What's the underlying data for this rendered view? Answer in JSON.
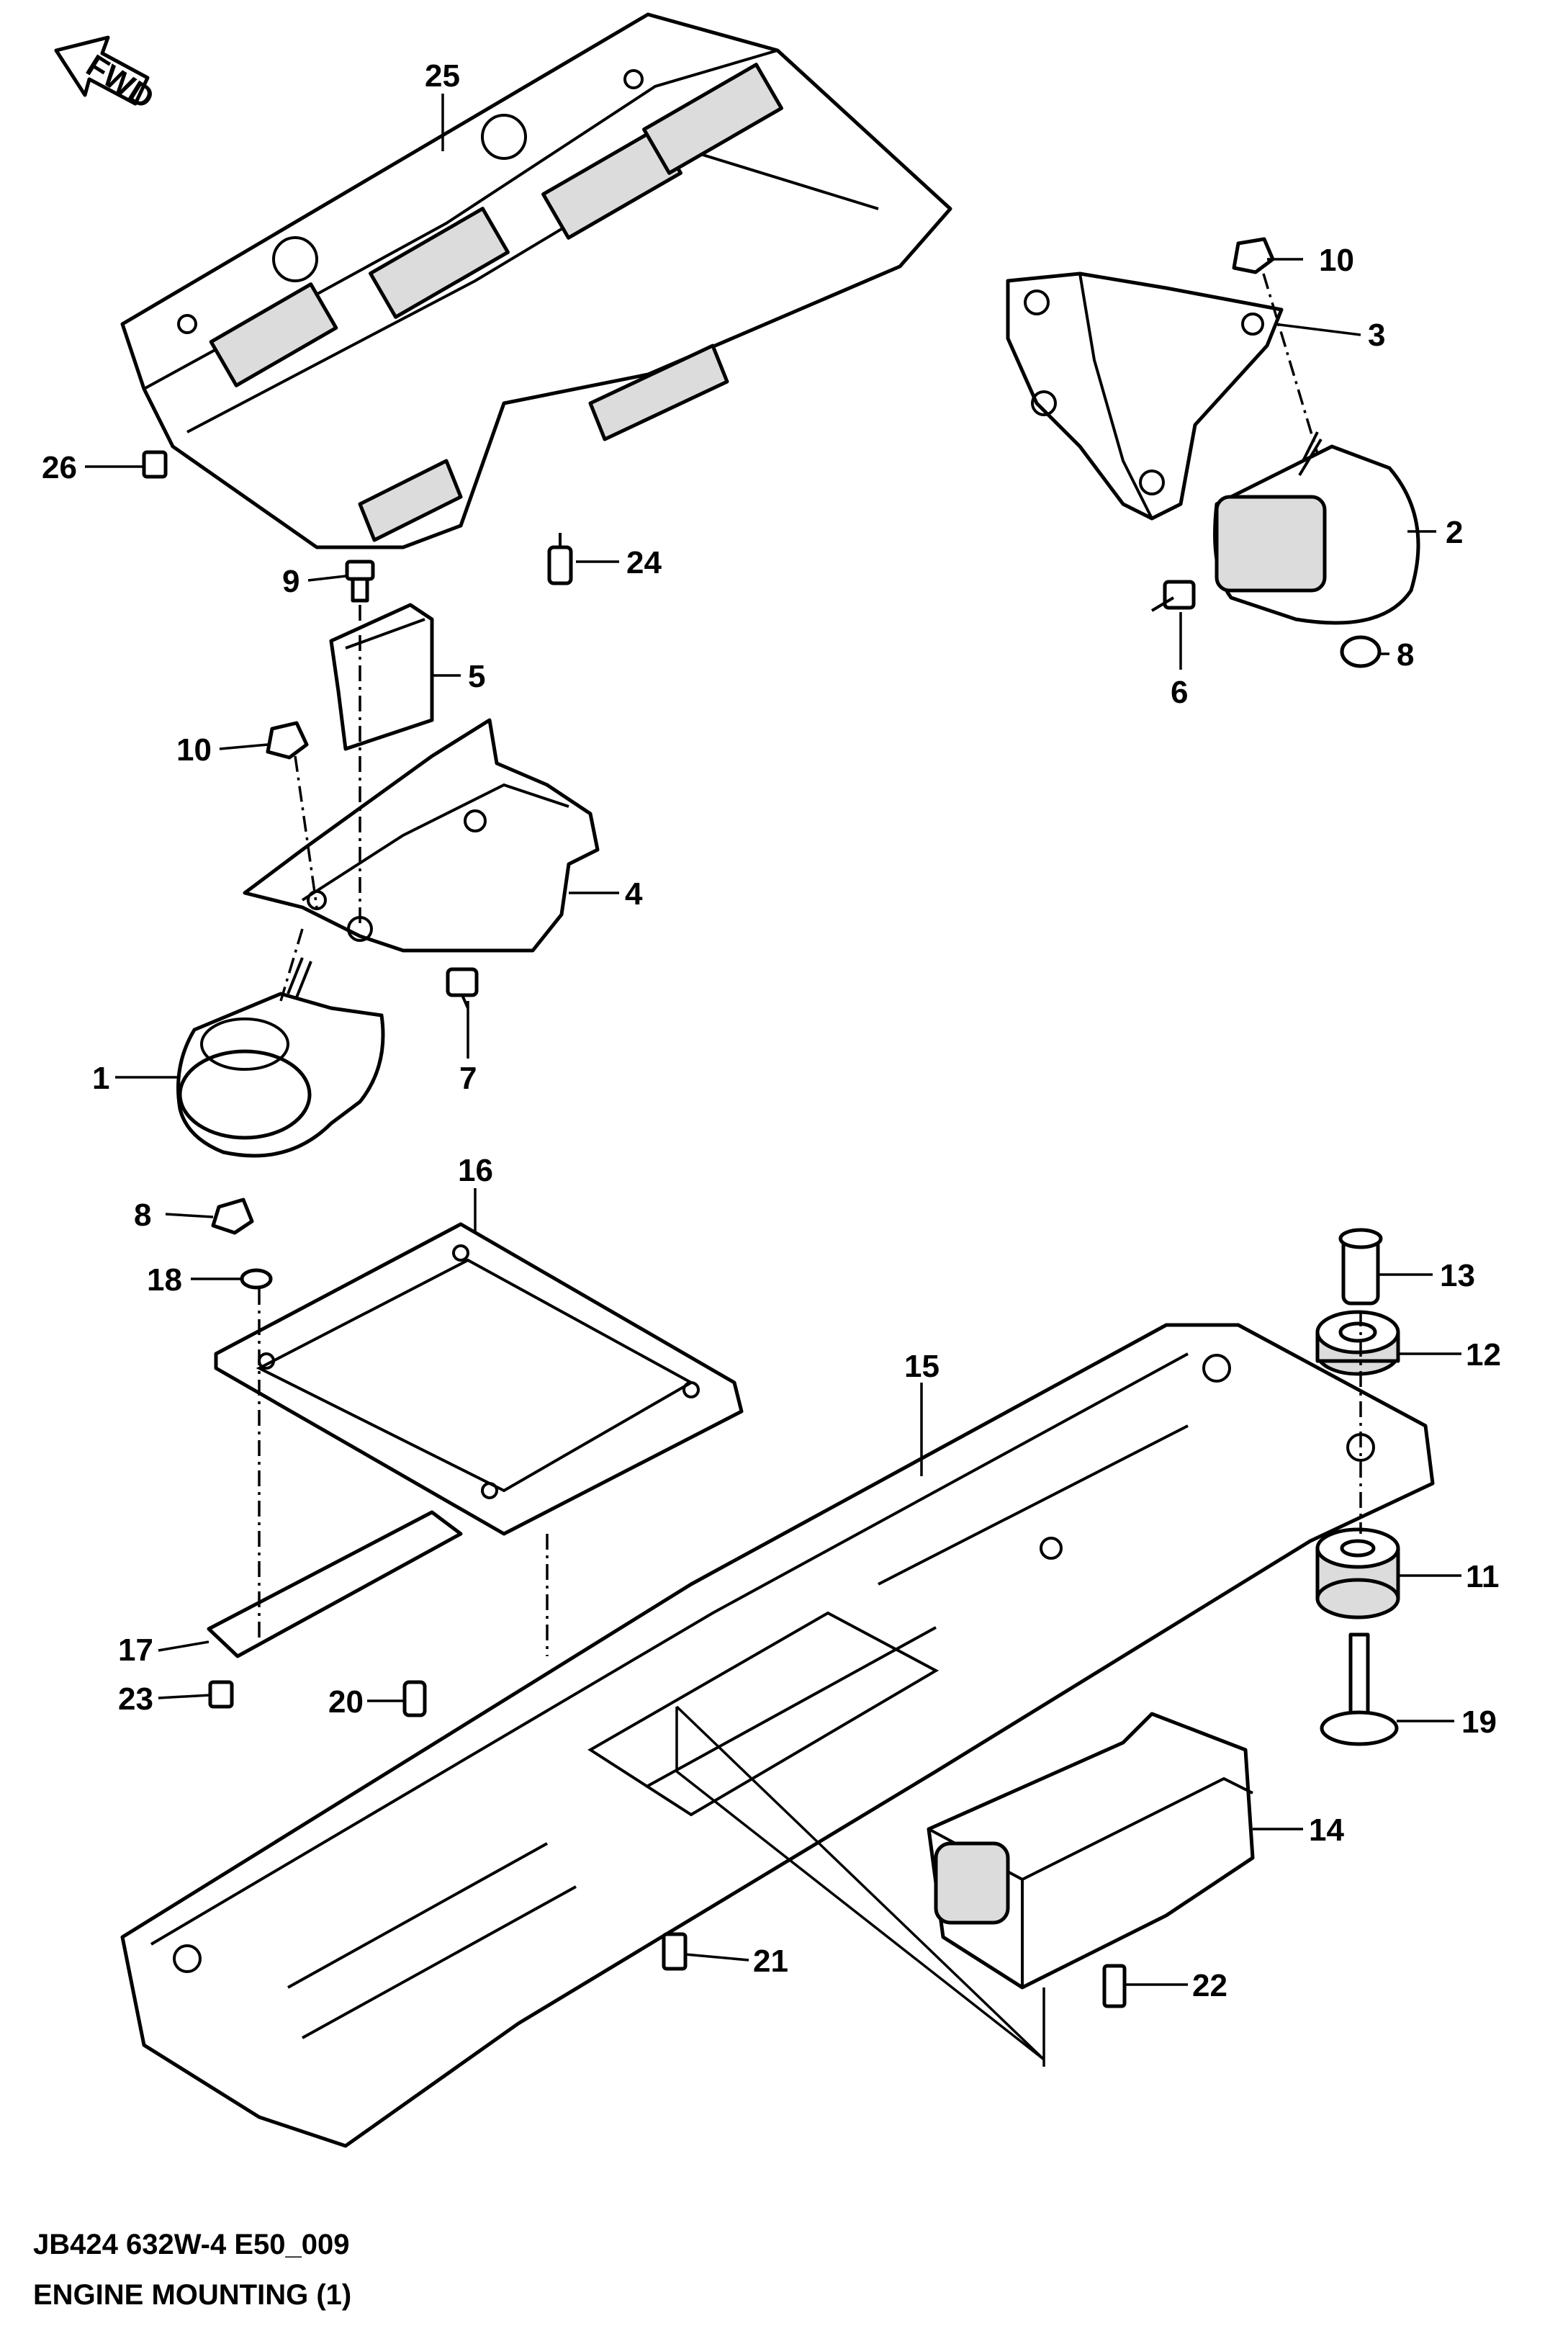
{
  "diagram": {
    "direction_marker": "FWD",
    "callouts": [
      {
        "id": "c1",
        "label": "1"
      },
      {
        "id": "c2",
        "label": "2"
      },
      {
        "id": "c3",
        "label": "3"
      },
      {
        "id": "c4",
        "label": "4"
      },
      {
        "id": "c5",
        "label": "5"
      },
      {
        "id": "c6",
        "label": "6"
      },
      {
        "id": "c7",
        "label": "7"
      },
      {
        "id": "c8a",
        "label": "8"
      },
      {
        "id": "c8b",
        "label": "8"
      },
      {
        "id": "c9",
        "label": "9"
      },
      {
        "id": "c10a",
        "label": "10"
      },
      {
        "id": "c10b",
        "label": "10"
      },
      {
        "id": "c11",
        "label": "11"
      },
      {
        "id": "c12",
        "label": "12"
      },
      {
        "id": "c13",
        "label": "13"
      },
      {
        "id": "c14",
        "label": "14"
      },
      {
        "id": "c15",
        "label": "15"
      },
      {
        "id": "c16",
        "label": "16"
      },
      {
        "id": "c17",
        "label": "17"
      },
      {
        "id": "c18",
        "label": "18"
      },
      {
        "id": "c19",
        "label": "19"
      },
      {
        "id": "c20",
        "label": "20"
      },
      {
        "id": "c21",
        "label": "21"
      },
      {
        "id": "c22",
        "label": "22"
      },
      {
        "id": "c23",
        "label": "23"
      },
      {
        "id": "c24",
        "label": "24"
      },
      {
        "id": "c25",
        "label": "25"
      },
      {
        "id": "c26",
        "label": "26"
      }
    ],
    "footer": {
      "code": "JB424 632W-4 E50_009",
      "title": "ENGINE MOUNTING (1)"
    }
  }
}
